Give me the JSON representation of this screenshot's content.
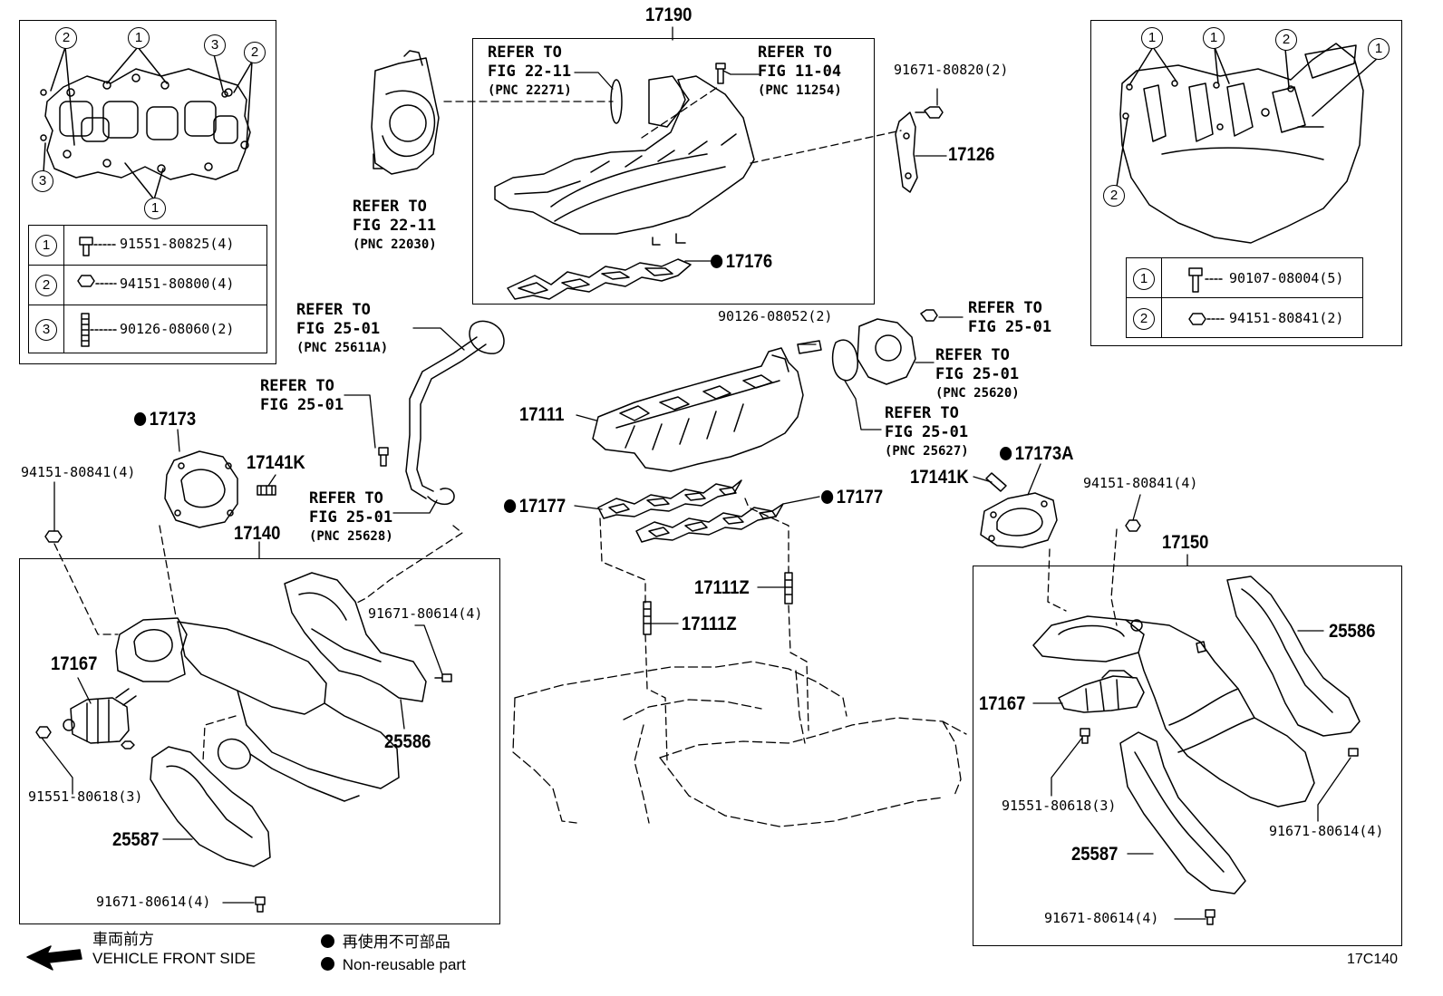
{
  "figure_code": "17C140",
  "legend": {
    "direction_jp": "車両前方",
    "direction_en": "VEHICLE FRONT SIDE",
    "nonreusable_jp": "再使用不可部品",
    "nonreusable_en": "Non-reusable part"
  },
  "left_inset": {
    "callouts": [
      "2",
      "1",
      "3",
      "2",
      "3",
      "1"
    ],
    "rows": [
      {
        "num": "1",
        "part": "91551-80825(4)"
      },
      {
        "num": "2",
        "part": "94151-80800(4)"
      },
      {
        "num": "3",
        "part": "90126-08060(2)"
      }
    ]
  },
  "right_inset": {
    "callouts": [
      "1",
      "1",
      "2",
      "1",
      "2"
    ],
    "rows": [
      {
        "num": "1",
        "part": "90107-08004(5)"
      },
      {
        "num": "2",
        "part": "94151-80841(2)"
      }
    ]
  },
  "intake_box": {
    "title": "17190",
    "ref_a": {
      "l1": "REFER TO",
      "l2": "FIG 22-11",
      "l3": "(PNC 22271)"
    },
    "ref_b": {
      "l1": "REFER TO",
      "l2": "FIG 11-04",
      "l3": "(PNC 11254)"
    },
    "gasket": "17176"
  },
  "ref_throttle": {
    "l1": "REFER TO",
    "l2": "FIG 22-11",
    "l3": "(PNC 22030)"
  },
  "bracket_bolt": "91671-80820(2)",
  "bracket": "17126",
  "ref_pipe": {
    "l1": "REFER TO",
    "l2": "FIG 25-01",
    "l3": "(PNC 25611A)"
  },
  "ref_bolt": {
    "l1": "REFER TO",
    "l2": "FIG 25-01"
  },
  "ref_flange": {
    "l1": "REFER TO",
    "l2": "FIG 25-01",
    "l3": "(PNC 25628)"
  },
  "stud_90126": "90126-08052(2)",
  "ref_egr_nut": {
    "l1": "REFER TO",
    "l2": "FIG 25-01"
  },
  "ref_egr_valve": {
    "l1": "REFER TO",
    "l2": "FIG 25-01",
    "l3": "(PNC 25620)"
  },
  "ref_egr_gasket": {
    "l1": "REFER TO",
    "l2": "FIG 25-01",
    "l3": "(PNC 25627)"
  },
  "lower_manifold": "17111",
  "gasket_17177_left": "17177",
  "gasket_17177_right": "17177",
  "stud_17111z_upper": "17111Z",
  "stud_17111z_lower": "17111Z",
  "gasket_17173": "17173",
  "gasket_17173a": "17173A",
  "stud_17141k_left": "17141K",
  "stud_17141k_right": "17141K",
  "nut_left": "94151-80841(4)",
  "nut_right": "94151-80841(4)",
  "left_box": {
    "title": "17140",
    "sensor": "17167",
    "sensor_bolt": "91551-80618(3)",
    "upper_insulator": "25586",
    "upper_bolt": "91671-80614(4)",
    "lower_insulator": "25587",
    "lower_bolt": "91671-80614(4)"
  },
  "right_box": {
    "title": "17150",
    "sensor": "17167",
    "sensor_bolt": "91551-80618(3)",
    "upper_insulator": "25586",
    "upper_bolt": "91671-80614(4)",
    "lower_insulator": "25587",
    "lower_bolt": "91671-80614(4)"
  }
}
